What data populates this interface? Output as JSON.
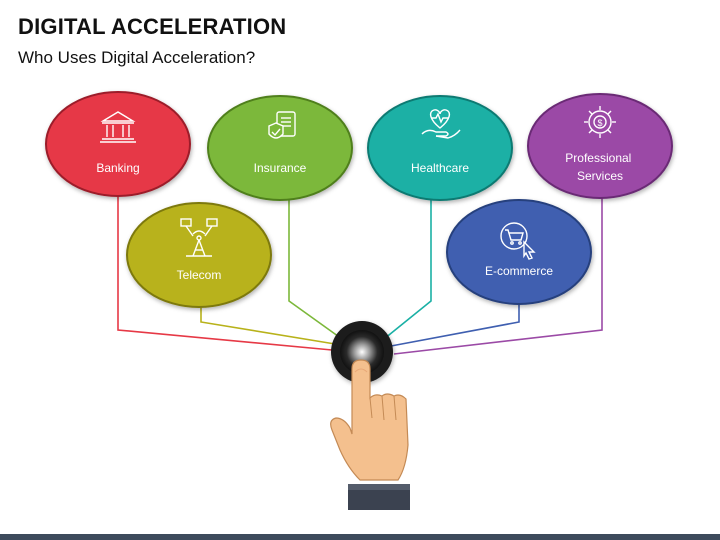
{
  "title": "DIGITAL ACCELERATION",
  "subtitle": "Who Uses Digital Acceleration?",
  "nodes": [
    {
      "id": "banking",
      "lines": [
        "Banking"
      ],
      "color": "#e63946",
      "border": "#9c1f2a",
      "icon": "bank-icon"
    },
    {
      "id": "insurance",
      "lines": [
        "Insurance"
      ],
      "color": "#7cb83a",
      "border": "#4f7f1c",
      "icon": "insurance-shield-icon"
    },
    {
      "id": "healthcare",
      "lines": [
        "Healthcare"
      ],
      "color": "#1ab0a5",
      "border": "#0d7a72",
      "icon": "health-heart-hand-icon"
    },
    {
      "id": "professional-services",
      "lines": [
        "Professional",
        "Services"
      ],
      "color": "#9b4aa6",
      "border": "#6b2a75",
      "icon": "gear-dollar-icon"
    },
    {
      "id": "telecom",
      "lines": [
        "Telecom"
      ],
      "color": "#b8b21a",
      "border": "#7d790c",
      "icon": "telecom-tower-icon"
    },
    {
      "id": "e-commerce",
      "lines": [
        "E-commerce"
      ],
      "color": "#3f5fb0",
      "border": "#26407d",
      "icon": "shopping-cart-cursor-icon"
    }
  ],
  "accent_colors": {
    "hub": "#222222",
    "bottom_bar": "#3d4b5c"
  }
}
